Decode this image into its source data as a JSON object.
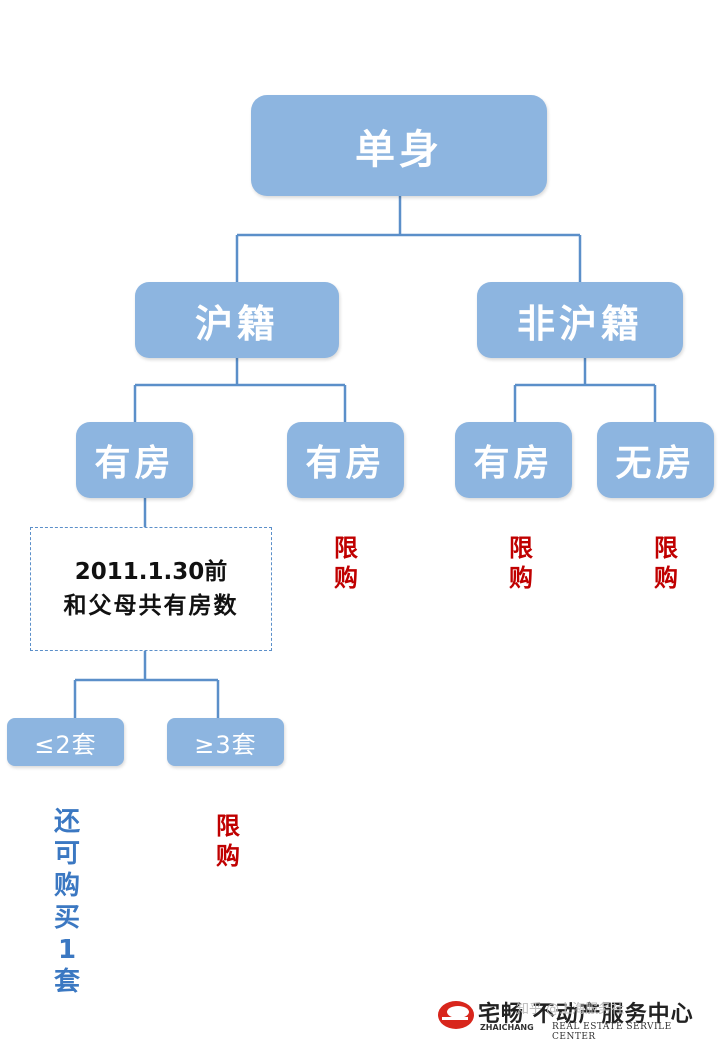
{
  "root": {
    "label": "单身"
  },
  "level1": {
    "left": {
      "label": "沪籍"
    },
    "right": {
      "label": "非沪籍"
    }
  },
  "level2": {
    "hj_has_house_1": {
      "label": "有房"
    },
    "hj_has_house_2": {
      "label": "有房"
    },
    "fhj_has_house": {
      "label": "有房"
    },
    "fhj_no_house": {
      "label": "无房"
    }
  },
  "condition": {
    "line1": "2011.1.30前",
    "line2": "和父母共有房数"
  },
  "level3": {
    "le2": {
      "label": "≤2套"
    },
    "ge3": {
      "label": "≥3套"
    }
  },
  "restrict_label": {
    "char1": "限",
    "char2": "购"
  },
  "allowed_label": [
    "还",
    "可",
    "购",
    "买",
    "1",
    "套"
  ],
  "watermark": {
    "brand_cn": "宅畅 不动产服务中心",
    "brand_py": "ZHAICHANG",
    "brand_en": "REAL ESTATE SERVILE CENTER",
    "overlay": "知乎 @上海服务社"
  },
  "colors": {
    "node_fill": "#8db5e0",
    "connector": "#5b8fc9",
    "restrict": "#c00000",
    "allowed": "#3b78c2"
  }
}
